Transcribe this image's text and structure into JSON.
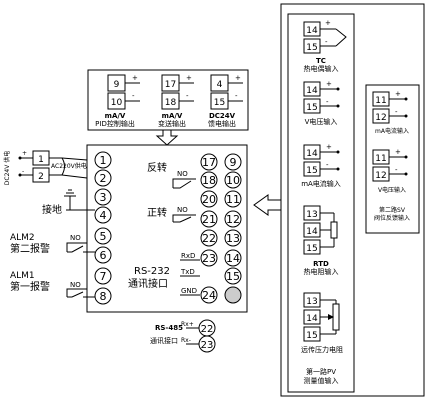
{
  "top_box": {
    "items": [
      {
        "terms": [
          "9",
          "10"
        ],
        "title": "mA/V",
        "caption": "PID控制输出"
      },
      {
        "terms": [
          "17",
          "18"
        ],
        "title": "mA/V",
        "caption": "变送输出"
      },
      {
        "terms": [
          "4",
          "15"
        ],
        "title": "DC24V",
        "caption": "馈电输出"
      }
    ]
  },
  "main": {
    "left_terms": [
      "1",
      "2",
      "3",
      "4",
      "5",
      "6",
      "7",
      "8"
    ],
    "right_col_a": [
      "17",
      "18",
      "20",
      "21",
      "22",
      "23",
      "24"
    ],
    "right_col_b": [
      "9",
      "10",
      "11",
      "12",
      "13",
      "14",
      "15"
    ],
    "labels": {
      "fanzhuan": "反转",
      "zhengzhuan": "正转",
      "rs232_line1": "RS-232",
      "rs232_line2": "通讯接口",
      "rxd": "RxD",
      "txd": "TxD",
      "gnd": "GND",
      "no": "NO"
    }
  },
  "power": {
    "dc24": "DC24V 供电",
    "ac220": "AC220V供电",
    "plus": "+",
    "minus": "-"
  },
  "ground": {
    "label": "接地"
  },
  "alarms": [
    {
      "code": "ALM2",
      "name": "第二报警",
      "contact": "NO"
    },
    {
      "code": "ALM1",
      "name": "第一报警",
      "contact": "NO"
    }
  ],
  "rs485": {
    "label": "RS-485",
    "label2": "通讯接口",
    "terms": [
      "22",
      "23"
    ],
    "rx": "Rx+",
    "tx": "Rx-"
  },
  "input_box": {
    "tc": {
      "terms": [
        "14",
        "15"
      ],
      "title": "TC",
      "caption": "热电偶输入"
    },
    "v": {
      "terms": [
        "14",
        "15"
      ],
      "caption": "V电压输入"
    },
    "ma": {
      "terms": [
        "14",
        "15"
      ],
      "caption": "mA电流输入"
    },
    "rtd": {
      "terms": [
        "13",
        "14",
        "15"
      ],
      "title": "RTD",
      "caption": "热电阻输入"
    },
    "pot": {
      "terms": [
        "13",
        "14",
        "15"
      ],
      "caption": "远传压力电阻"
    },
    "footer1": "第一路PV",
    "footer2": "测量值输入"
  },
  "second_box": {
    "ma": {
      "terms": [
        "11",
        "12"
      ],
      "caption": "mA电流输入"
    },
    "v": {
      "terms": [
        "11",
        "12"
      ],
      "caption": "V电压输入"
    },
    "footer1": "第二路SV",
    "footer2": "阀位反馈输入"
  }
}
